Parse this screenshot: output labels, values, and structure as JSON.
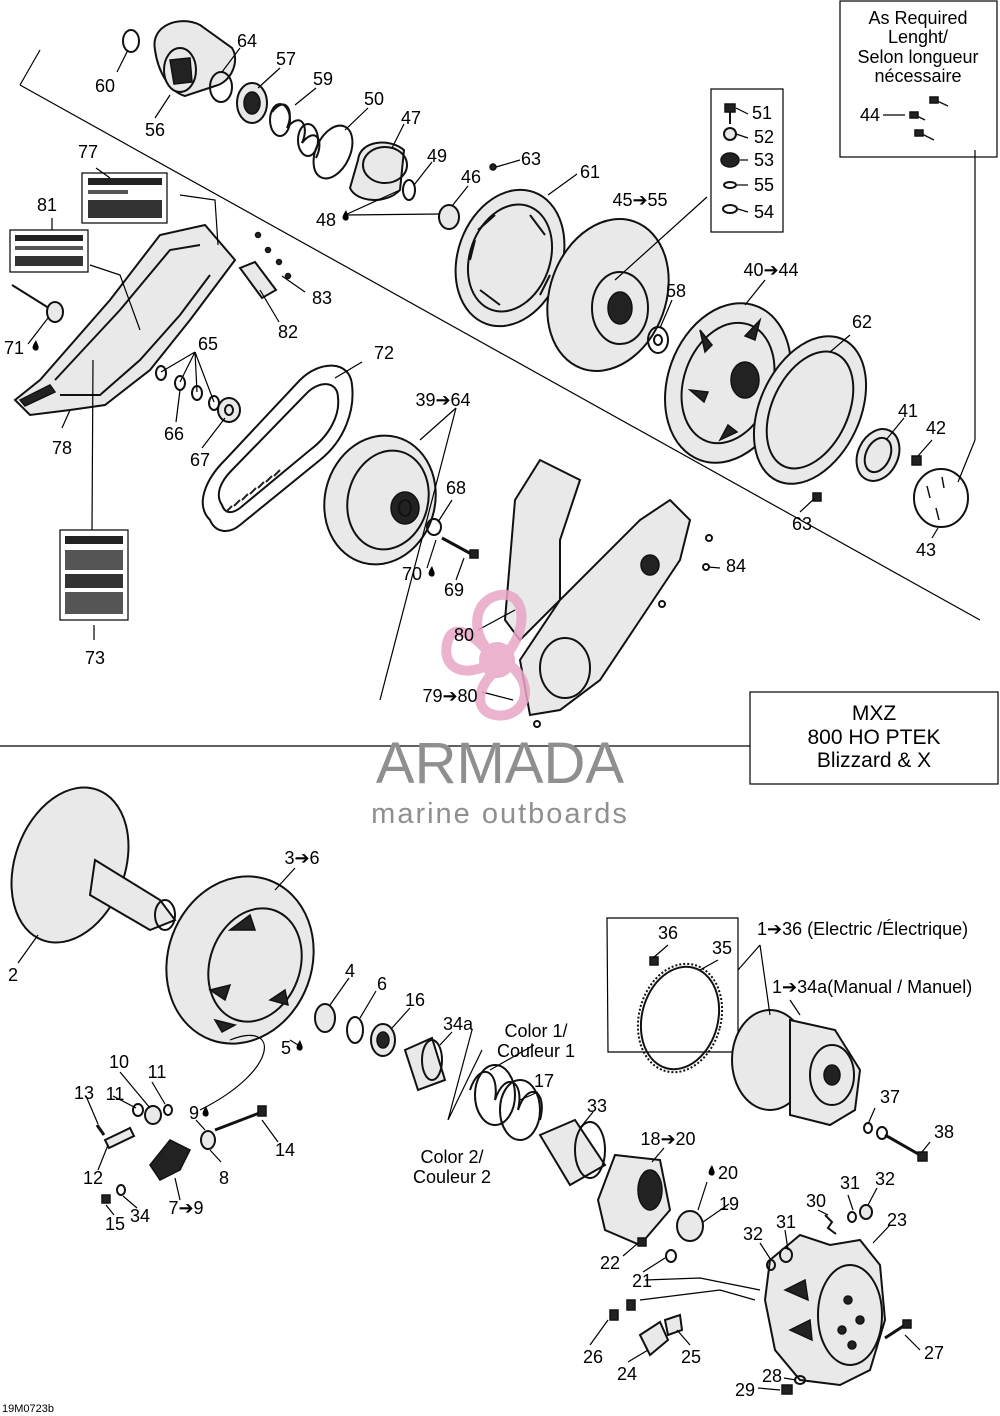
{
  "watermark": {
    "brand": "ARMADA",
    "tagline": "marine outboards",
    "logo_color": "#e8a6c6",
    "text_color": "#8f8f8f"
  },
  "notes": {
    "as_required": [
      "As Required",
      "Lenght/",
      "Selon longueur",
      "nécessaire"
    ],
    "model": [
      "MXZ",
      "800 HO PTEK",
      "Blizzard & X"
    ],
    "electric": "1➔36 (Electric /Électrique)",
    "manual": "1➔34a(Manual / Manuel)",
    "color1": [
      "Color 1/",
      "Couleur 1"
    ],
    "color2": [
      "Color 2/",
      "Couleur 2"
    ],
    "figure_code": "19M0723b"
  },
  "labels": [
    {
      "id": "p60",
      "text": "60"
    },
    {
      "id": "p64a",
      "text": "64"
    },
    {
      "id": "p57",
      "text": "57"
    },
    {
      "id": "p59",
      "text": "59"
    },
    {
      "id": "p56",
      "text": "56"
    },
    {
      "id": "p50",
      "text": "50"
    },
    {
      "id": "p47",
      "text": "47"
    },
    {
      "id": "p49",
      "text": "49"
    },
    {
      "id": "p63a",
      "text": "63"
    },
    {
      "id": "p46",
      "text": "46"
    },
    {
      "id": "p61",
      "text": "61"
    },
    {
      "id": "p48",
      "text": "48"
    },
    {
      "id": "p51",
      "text": "51"
    },
    {
      "id": "p52",
      "text": "52"
    },
    {
      "id": "p53",
      "text": "53"
    },
    {
      "id": "p55",
      "text": "55"
    },
    {
      "id": "p54",
      "text": "54"
    },
    {
      "id": "p44",
      "text": "44"
    },
    {
      "id": "p45",
      "text": "45➔55"
    },
    {
      "id": "p40",
      "text": "40➔44"
    },
    {
      "id": "p58",
      "text": "58"
    },
    {
      "id": "p62",
      "text": "62"
    },
    {
      "id": "p77",
      "text": "77"
    },
    {
      "id": "p81",
      "text": "81"
    },
    {
      "id": "p83",
      "text": "83"
    },
    {
      "id": "p82",
      "text": "82"
    },
    {
      "id": "p71",
      "text": "71"
    },
    {
      "id": "p65",
      "text": "65"
    },
    {
      "id": "p72",
      "text": "72"
    },
    {
      "id": "p66",
      "text": "66"
    },
    {
      "id": "p67",
      "text": "67"
    },
    {
      "id": "p78",
      "text": "78"
    },
    {
      "id": "p39",
      "text": "39➔64"
    },
    {
      "id": "p41",
      "text": "41"
    },
    {
      "id": "p42",
      "text": "42"
    },
    {
      "id": "p68",
      "text": "68"
    },
    {
      "id": "p63b",
      "text": "63"
    },
    {
      "id": "p43",
      "text": "43"
    },
    {
      "id": "p84",
      "text": "84"
    },
    {
      "id": "p70",
      "text": "70"
    },
    {
      "id": "p69",
      "text": "69"
    },
    {
      "id": "p80",
      "text": "80"
    },
    {
      "id": "p79",
      "text": "79➔80"
    },
    {
      "id": "p73",
      "text": "73"
    },
    {
      "id": "p2",
      "text": "2"
    },
    {
      "id": "p3",
      "text": "3➔6"
    },
    {
      "id": "p36",
      "text": "36"
    },
    {
      "id": "p35",
      "text": "35"
    },
    {
      "id": "p4",
      "text": "4"
    },
    {
      "id": "p6",
      "text": "6"
    },
    {
      "id": "p16",
      "text": "16"
    },
    {
      "id": "p34a",
      "text": "34a"
    },
    {
      "id": "p5",
      "text": "5"
    },
    {
      "id": "p10",
      "text": "10"
    },
    {
      "id": "p11a",
      "text": "11"
    },
    {
      "id": "p13",
      "text": "13"
    },
    {
      "id": "p11b",
      "text": "11"
    },
    {
      "id": "p9",
      "text": "9"
    },
    {
      "id": "p17",
      "text": "17"
    },
    {
      "id": "p33",
      "text": "33"
    },
    {
      "id": "p14",
      "text": "14"
    },
    {
      "id": "p12",
      "text": "12"
    },
    {
      "id": "p8",
      "text": "8"
    },
    {
      "id": "p15",
      "text": "15"
    },
    {
      "id": "p34",
      "text": "34"
    },
    {
      "id": "p7",
      "text": "7➔9"
    },
    {
      "id": "p18",
      "text": "18➔20"
    },
    {
      "id": "p37",
      "text": "37"
    },
    {
      "id": "p38",
      "text": "38"
    },
    {
      "id": "p20",
      "text": "20"
    },
    {
      "id": "p19",
      "text": "19"
    },
    {
      "id": "p31a",
      "text": "31"
    },
    {
      "id": "p32a",
      "text": "32"
    },
    {
      "id": "p30",
      "text": "30"
    },
    {
      "id": "p23",
      "text": "23"
    },
    {
      "id": "p32b",
      "text": "32"
    },
    {
      "id": "p31b",
      "text": "31"
    },
    {
      "id": "p22",
      "text": "22"
    },
    {
      "id": "p21",
      "text": "21"
    },
    {
      "id": "p26",
      "text": "26"
    },
    {
      "id": "p25",
      "text": "25"
    },
    {
      "id": "p24",
      "text": "24"
    },
    {
      "id": "p27",
      "text": "27"
    },
    {
      "id": "p28",
      "text": "28"
    },
    {
      "id": "p29",
      "text": "29"
    }
  ]
}
